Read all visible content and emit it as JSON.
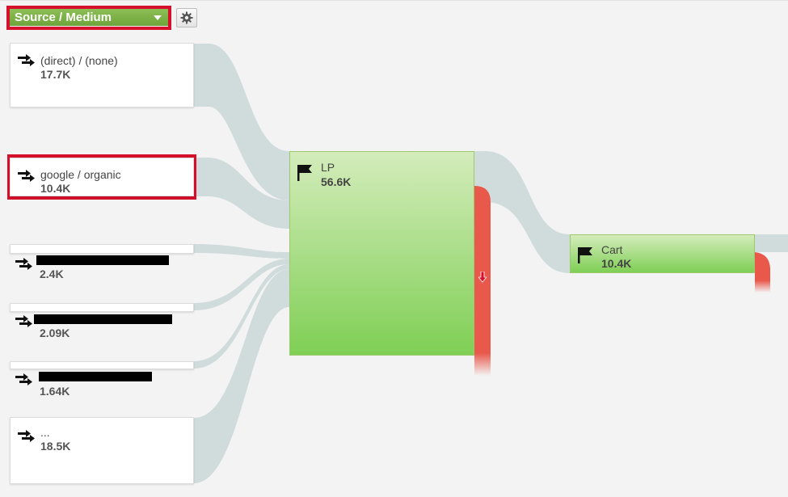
{
  "toolbar": {
    "dimension_label": "Source / Medium",
    "icons": {
      "dropdown": "caret-down-icon",
      "settings": "gear-icon"
    }
  },
  "sources": [
    {
      "label": "(direct) / (none)",
      "value": "17.7K"
    },
    {
      "label": "google / organic",
      "value": "10.4K",
      "highlighted": true
    },
    {
      "label": "",
      "value": "2.4K",
      "redacted": true
    },
    {
      "label": "",
      "value": "2.09K",
      "redacted": true
    },
    {
      "label": "",
      "value": "1.64K",
      "redacted": true
    },
    {
      "label": "...",
      "value": "18.5K"
    }
  ],
  "steps": [
    {
      "label": "LP",
      "value": "56.6K",
      "icon": "flag-icon"
    },
    {
      "label": "Cart",
      "value": "10.4K",
      "icon": "flag-icon"
    }
  ],
  "colors": {
    "flow": "#cfdcdb",
    "node_green_top": "#d4ecbb",
    "node_green_bottom": "#7fcf55",
    "dropoff": "#e8584b",
    "highlight": "#d6102c",
    "selector_green": "#7cb346"
  }
}
